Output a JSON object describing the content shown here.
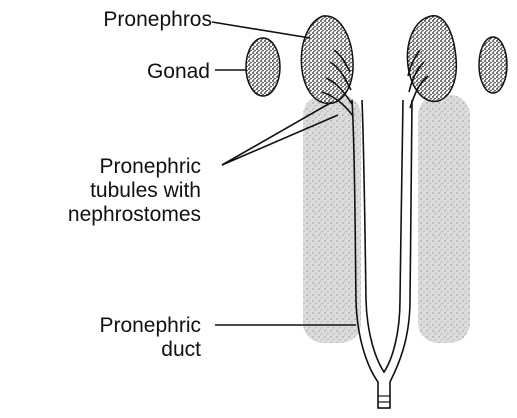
{
  "labels": {
    "pronephros": "Pronephros",
    "gonad": "Gonad",
    "tubules": [
      "Pronephric",
      "tubules with",
      "nephrostomes"
    ],
    "duct": [
      "Pronephric",
      "duct"
    ]
  },
  "colors": {
    "ink": "#111111",
    "stipple_region": "#d9d9d9"
  }
}
